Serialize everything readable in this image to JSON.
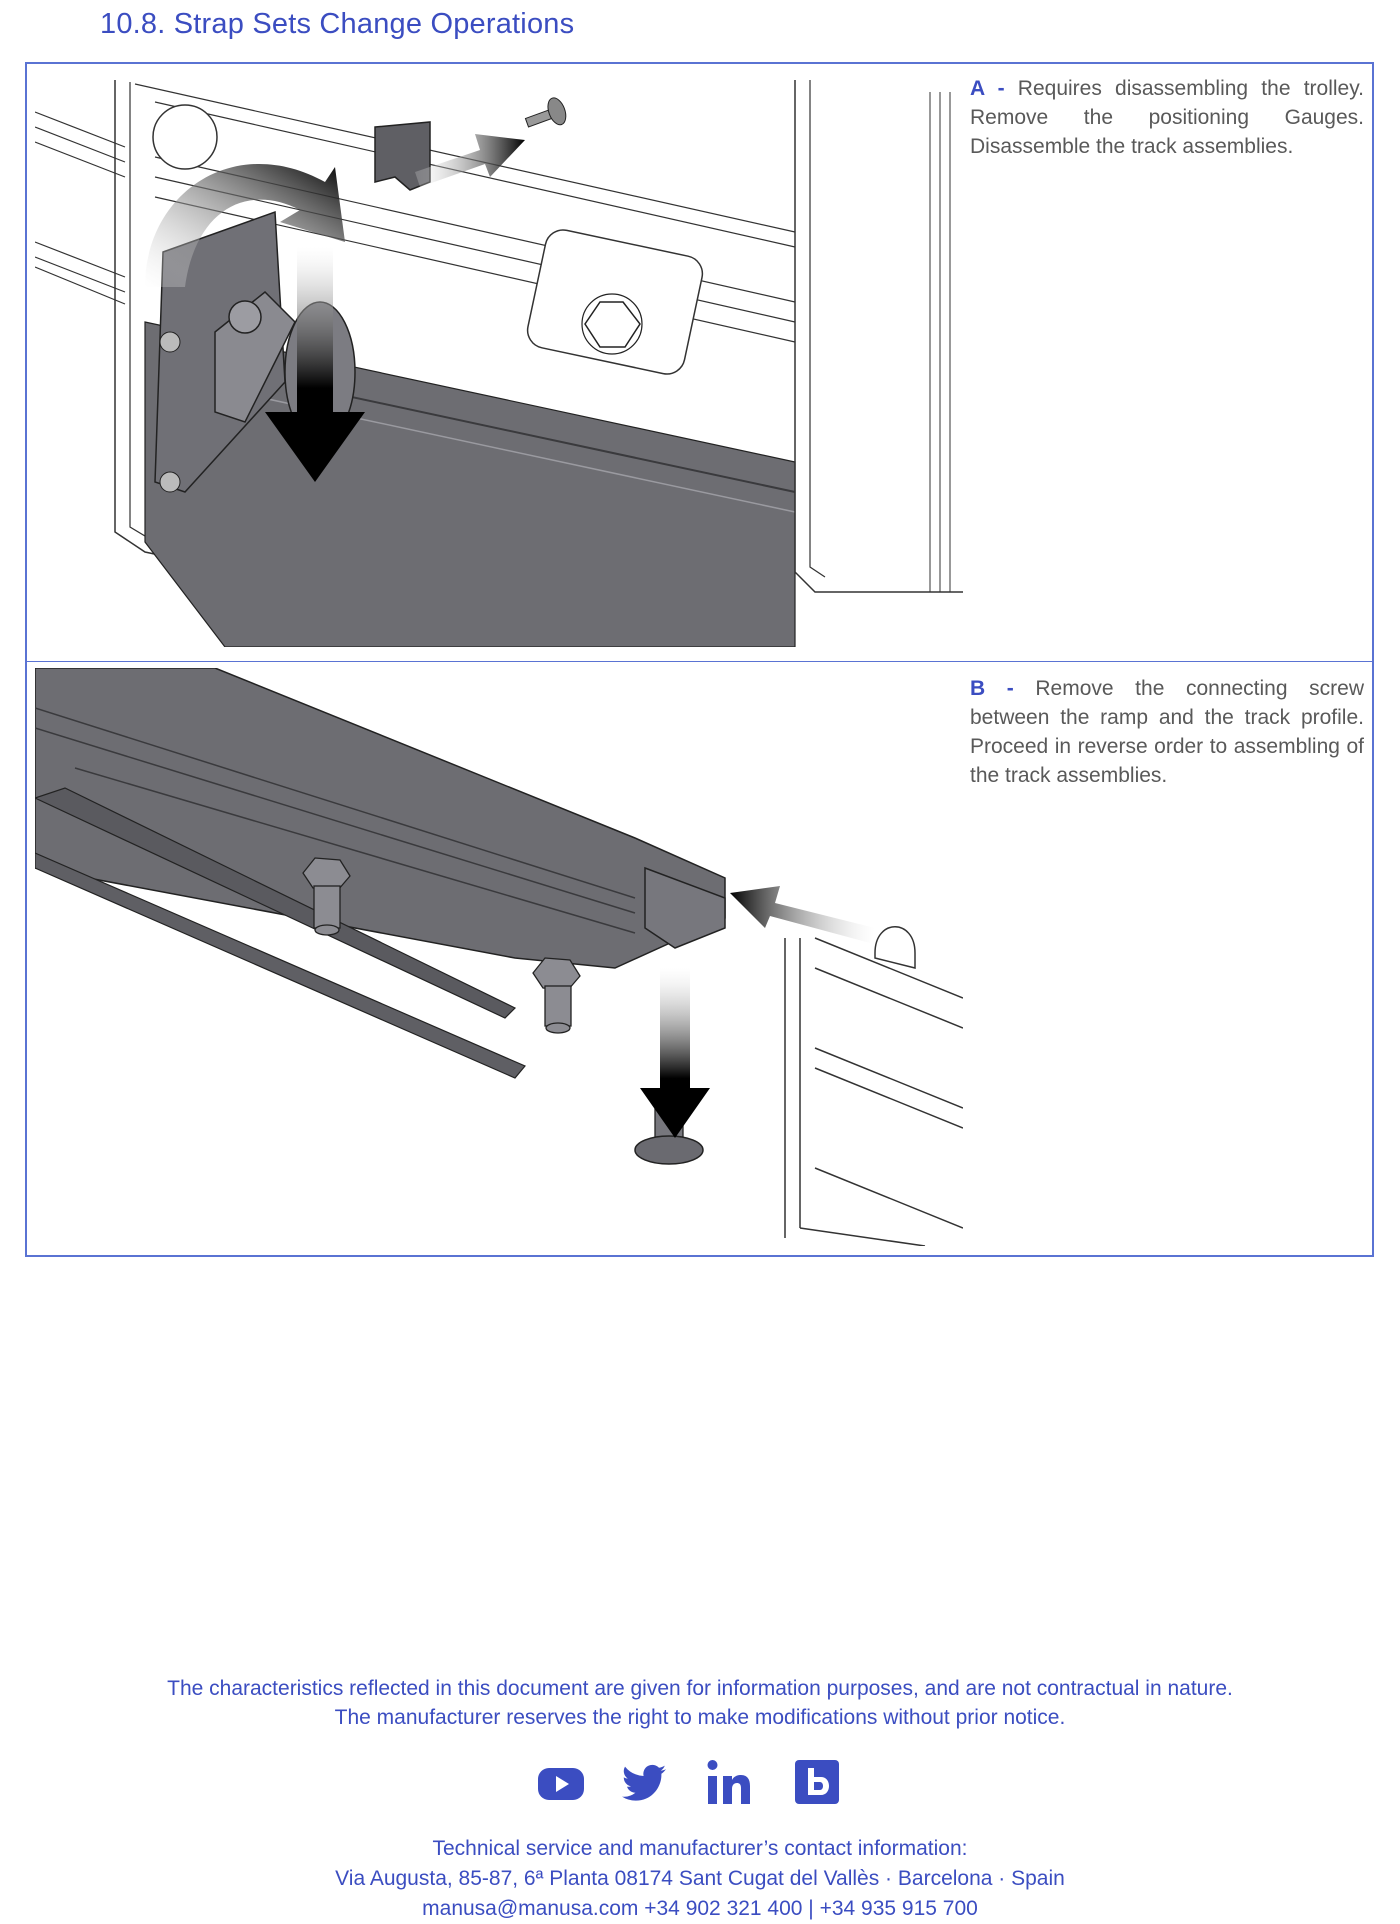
{
  "section_title": "10.8. Strap Sets Change Operations",
  "steps": [
    {
      "letter": "A -",
      "text": "Requires disassembling the trolley. Remove the positioning Gauges. Disassemble the track assemblies."
    },
    {
      "letter": "B -",
      "text": "Remove the connecting screw between the ramp and the track profile. Proceed in reverse order to assembling of the track assemblies."
    }
  ],
  "disclaimer": {
    "line1": "The characteristics reflected in this document are given for information purposes, and are not contractual in nature.",
    "line2": "The manufacturer reserves the right to make modifications without prior notice."
  },
  "social_icons": [
    "youtube-icon",
    "twitter-icon",
    "linkedin-icon",
    "blog-icon"
  ],
  "contact": {
    "heading": "Technical service and manufacturer’s contact information:",
    "address": "Via Augusta, 85-87, 6ª Planta 08174 Sant Cugat del Vallès · Barcelona · Spain",
    "email_phone": "manusa@manusa.com +34 902 321 400 | +34 935 915 700"
  },
  "colors": {
    "accent": "#3b4dc1",
    "border": "#5a73d3",
    "body_text": "#595959",
    "metal_dark": "#6d6d72"
  }
}
